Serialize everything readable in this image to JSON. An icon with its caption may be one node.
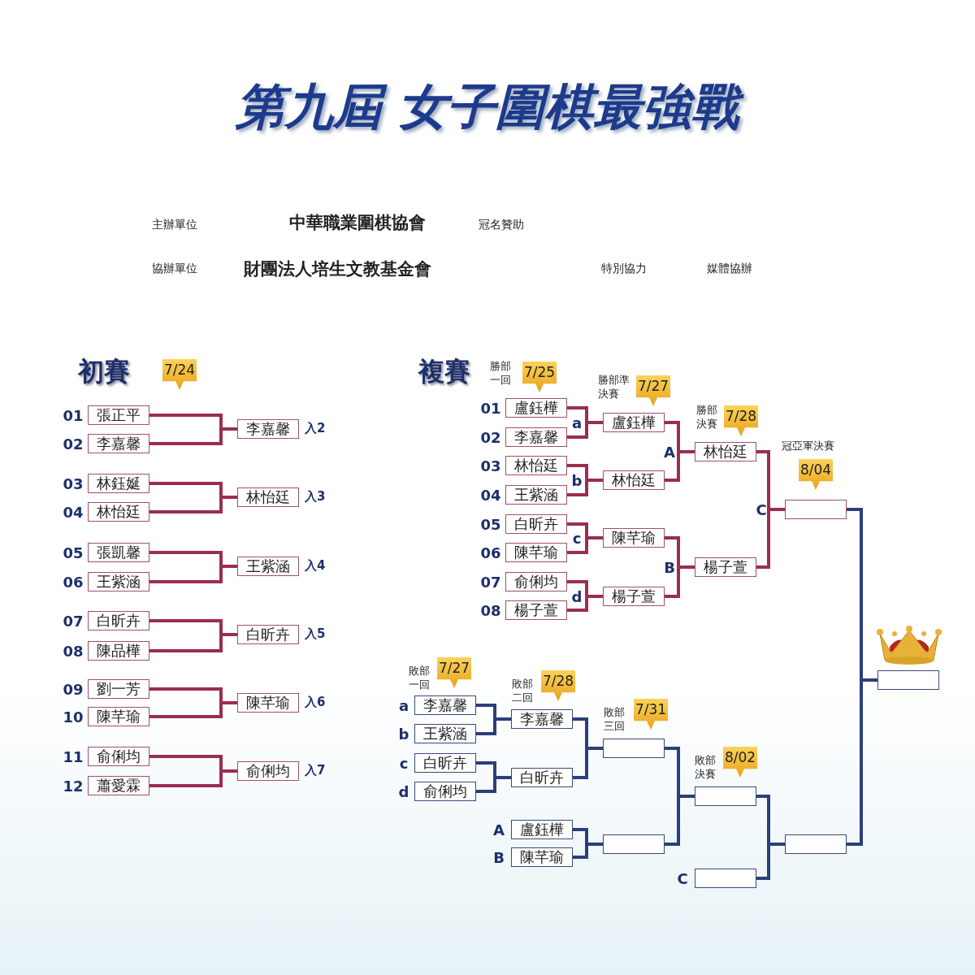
{
  "diagram": {
    "title": "第九屆 女子圍棋最強戰",
    "nodes": [
      {
        "text": [
          "7/24"
        ]
      },
      {
        "text": [
          "張正平"
        ]
      },
      {
        "text": [
          "李嘉馨"
        ]
      },
      {
        "text": [
          "李嘉馨"
        ],
        "beside": [
          "入2"
        ]
      },
      {
        "text": [
          "林鈺娫"
        ]
      },
      {
        "text": [
          "林怡廷"
        ]
      },
      {
        "text": [
          "林怡廷"
        ],
        "beside": [
          "入3"
        ]
      },
      {
        "text": [
          "張凱馨"
        ]
      },
      {
        "text": [
          "王紫涵"
        ]
      },
      {
        "text": [
          "王紫涵"
        ],
        "beside": [
          "入4"
        ]
      },
      {
        "text": [
          "白昕卉"
        ]
      },
      {
        "text": [
          "陳品樺"
        ]
      },
      {
        "text": [
          "白昕卉"
        ],
        "beside": [
          "入5"
        ]
      },
      {
        "text": [
          "劉一芳"
        ]
      },
      {
        "text": [
          "陳芊瑜"
        ]
      },
      {
        "text": [
          "陳芊瑜"
        ],
        "beside": [
          "入6"
        ]
      },
      {
        "text": [
          "俞俐均"
        ]
      },
      {
        "text": [
          "蕭愛霖"
        ]
      },
      {
        "text": [
          "俞俐均"
        ],
        "beside": [
          "入7"
        ]
      },
      {
        "text": [
          "7/25"
        ],
        "beside": [
          "勝部一回"
        ]
      },
      {
        "text": [
          "7/27"
        ],
        "beside": [
          "勝部準決賽"
        ]
      },
      {
        "text": [
          "7/28"
        ],
        "beside": [
          "勝部決賽"
        ]
      },
      {
        "text": [
          "8/04"
        ],
        "beside": [
          "冠亞軍決賽"
        ]
      },
      {
        "text": [
          "盧鈺樺"
        ]
      },
      {
        "text": [
          "李嘉馨"
        ]
      },
      {
        "text": [
          "林怡廷"
        ]
      },
      {
        "text": [
          "王紫涵"
        ]
      },
      {
        "text": [
          "白昕卉"
        ]
      },
      {
        "text": [
          "陳芊瑜"
        ]
      },
      {
        "text": [
          "俞俐均"
        ]
      },
      {
        "text": [
          "楊子萱"
        ]
      },
      {
        "text": [
          "盧鈺樺"
        ]
      },
      {
        "text": [
          "林怡廷"
        ]
      },
      {
        "text": [
          "陳芊瑜"
        ]
      },
      {
        "text": [
          "楊子萱"
        ]
      },
      {
        "text": [
          "林怡廷"
        ]
      },
      {
        "text": [
          "楊子萱"
        ]
      },
      {
        "text": [],
        "shape": "box"
      },
      {
        "text": [
          "7/27"
        ],
        "beside": [
          "敗部一回"
        ]
      },
      {
        "text": [
          "7/28"
        ],
        "beside": [
          "敗部二回"
        ]
      },
      {
        "text": [
          "7/31"
        ],
        "beside": [
          "敗部三回"
        ]
      },
      {
        "text": [
          "8/02"
        ],
        "beside": [
          "敗部決賽"
        ]
      },
      {
        "text": [
          "李嘉馨"
        ]
      },
      {
        "text": [
          "王紫涵"
        ]
      },
      {
        "text": [
          "白昕卉"
        ]
      },
      {
        "text": [
          "俞俐均"
        ]
      },
      {
        "text": [
          "李嘉馨"
        ]
      },
      {
        "text": [
          "白昕卉"
        ]
      },
      {
        "text": [],
        "shape": "box"
      },
      {
        "text": [
          "盧鈺樺"
        ]
      },
      {
        "text": [
          "陳芊瑜"
        ]
      },
      {
        "text": [],
        "shape": "box"
      },
      {
        "text": [],
        "shape": "box"
      },
      {
        "text": [],
        "shape": "box"
      },
      {
        "text": [],
        "shape": "box"
      },
      {
        "text": [],
        "shape": "box"
      }
    ],
    "edges": [
      {
        "from": 1,
        "to": 3,
        "arrow": "none"
      },
      {
        "from": 2,
        "to": 3,
        "arrow": "none"
      },
      {
        "from": 4,
        "to": 6,
        "arrow": "none"
      },
      {
        "from": 5,
        "to": 6,
        "arrow": "none"
      },
      {
        "from": 7,
        "to": 9,
        "arrow": "none"
      },
      {
        "from": 8,
        "to": 9,
        "arrow": "none"
      },
      {
        "from": 10,
        "to": 12,
        "arrow": "none"
      },
      {
        "from": 11,
        "to": 12,
        "arrow": "none"
      },
      {
        "from": 13,
        "to": 15,
        "arrow": "none"
      },
      {
        "from": 14,
        "to": 15,
        "arrow": "none"
      },
      {
        "from": 16,
        "to": 18,
        "arrow": "none"
      },
      {
        "from": 17,
        "to": 18,
        "arrow": "none"
      },
      {
        "from": 23,
        "to": 31,
        "arrow": "none"
      },
      {
        "from": 24,
        "to": 31,
        "arrow": "none"
      },
      {
        "from": 25,
        "to": 32,
        "arrow": "none"
      },
      {
        "from": 26,
        "to": 32,
        "arrow": "none"
      },
      {
        "from": 27,
        "to": 33,
        "arrow": "none"
      },
      {
        "from": 28,
        "to": 33,
        "arrow": "none"
      },
      {
        "from": 29,
        "to": 34,
        "arrow": "none"
      },
      {
        "from": 30,
        "to": 34,
        "arrow": "none"
      },
      {
        "from": 31,
        "to": 35,
        "arrow": "none"
      },
      {
        "from": 32,
        "to": 35,
        "arrow": "none"
      },
      {
        "from": 33,
        "to": 36,
        "arrow": "none"
      },
      {
        "from": 34,
        "to": 36,
        "arrow": "none"
      },
      {
        "from": 35,
        "to": 37,
        "arrow": "none"
      },
      {
        "from": 36,
        "to": 37,
        "arrow": "none"
      },
      {
        "from": 42,
        "to": 46,
        "arrow": "none",
        "color": "#2b3f7a"
      },
      {
        "from": 43,
        "to": 46,
        "arrow": "none",
        "color": "#2b3f7a"
      },
      {
        "from": 44,
        "to": 47,
        "arrow": "none",
        "color": "#2b3f7a"
      },
      {
        "from": 45,
        "to": 47,
        "arrow": "none",
        "color": "#2b3f7a"
      },
      {
        "from": 46,
        "to": 48,
        "arrow": "none",
        "color": "#2b3f7a"
      },
      {
        "from": 47,
        "to": 48,
        "arrow": "none",
        "color": "#2b3f7a"
      },
      {
        "from": 49,
        "to": 51,
        "arrow": "none",
        "color": "#2b3f7a"
      },
      {
        "from": 50,
        "to": 51,
        "arrow": "none",
        "color": "#2b3f7a"
      },
      {
        "from": 48,
        "to": 52,
        "arrow": "none",
        "color": "#2b3f7a"
      },
      {
        "from": 51,
        "to": 52,
        "arrow": "none",
        "color": "#2b3f7a"
      },
      {
        "from": 52,
        "to": 54,
        "arrow": "none",
        "color": "#2b3f7a"
      },
      {
        "from": 53,
        "to": 54,
        "arrow": "none",
        "color": "#2b3f7a"
      },
      {
        "from": 37,
        "to": 55,
        "arrow": "none",
        "color": "#2b3f7a"
      },
      {
        "from": 54,
        "to": 55,
        "arrow": "none",
        "color": "#2b3f7a"
      }
    ],
    "labels": [
      "主辦單位",
      "中華職業圍棋協會",
      "冠名贊助",
      "協辦單位",
      "財團法人培生文教基金會",
      "特別協力",
      "媒體協辦",
      "初賽",
      "01",
      "02",
      "03",
      "04",
      "05",
      "06",
      "07",
      "08",
      "09",
      "10",
      "11",
      "12",
      "複賽",
      "01",
      "02",
      "03",
      "04",
      "05",
      "06",
      "07",
      "08",
      "a",
      "b",
      "c",
      "d",
      "A",
      "B",
      "C",
      "a",
      "b",
      "c",
      "d",
      "A",
      "B",
      "C"
    ]
  }
}
